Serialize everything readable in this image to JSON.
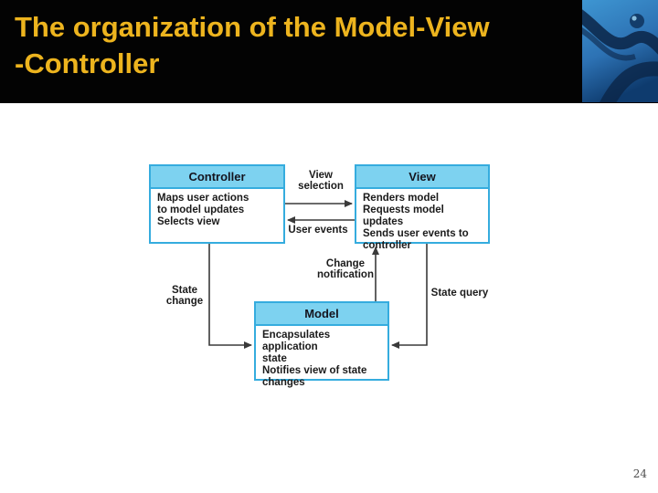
{
  "header": {
    "title": "The organization of the Model-View\n-Controller"
  },
  "footer": {
    "page_number": "24"
  },
  "diagram": {
    "boxes": [
      {
        "title": "Controller",
        "body": "Maps user actions\nto model updates\nSelects view"
      },
      {
        "title": "View",
        "body": "Renders model\nRequests model updates\nSends user events to\ncontroller"
      },
      {
        "title": "Model",
        "body": "Encapsulates application\nstate\nNotifies view of state\nchanges"
      }
    ],
    "arrow_labels": {
      "view_selection": "View\nselection",
      "user_events": "User events",
      "change_notification": "Change\nnotification",
      "state_change": "State\nchange",
      "state_query": "State query"
    },
    "colors": {
      "title_text": "#EDB41E",
      "header_bg": "#030303",
      "box_border": "#35ACDE",
      "box_header_fill": "#7DD2F0",
      "arrow": "#3A3A3A",
      "photo_blue": "#2D72B4"
    }
  }
}
